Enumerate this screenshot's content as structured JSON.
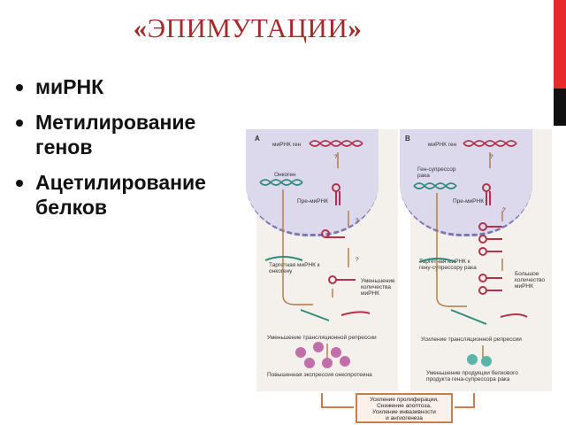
{
  "slide": {
    "title_open_quote": "«",
    "title_text": "ЭПИМУТАЦИИ",
    "title_close_quote": "»",
    "bullets": [
      "миРНК",
      "Метилирование генов",
      "Ацетилирование белков"
    ],
    "colors": {
      "title": "#a32b2b",
      "accent_red": "#e52b2b",
      "accent_black": "#111111"
    }
  },
  "figure": {
    "panel_a": {
      "letter": "A",
      "mirna_gene": "миРНК ген",
      "oncogene": "Онкоген",
      "pre_mirna": "Пре-миРНК",
      "target_mirna": "Таргетная миРНК к онкогену",
      "decrease_amount": "Уменьшение количества миРНК",
      "translation": "Уменьшение трансляционной репрессии",
      "expression": "Повышенная экспрессия онкопротеина",
      "question": "?"
    },
    "panel_b": {
      "letter": "B",
      "mirna_gene": "миРНК ген",
      "suppressor_gene": "Ген-супрессор рака",
      "pre_mirna": "Пре-миРНК",
      "target_mirna": "Таргетная миРНК к гену-супрессору рака",
      "increase_amount": "Большое количество миРНК",
      "translation": "Усиление трансляционной репрессии",
      "product_decrease": "Уменьшение продукции белкового продукта гена-супрессора рака",
      "question": "?"
    },
    "effects": [
      "Усиление пролиферации,",
      "Снижение апоптоза,",
      "Усиление инвазивности",
      "и ангиогенеза"
    ]
  }
}
